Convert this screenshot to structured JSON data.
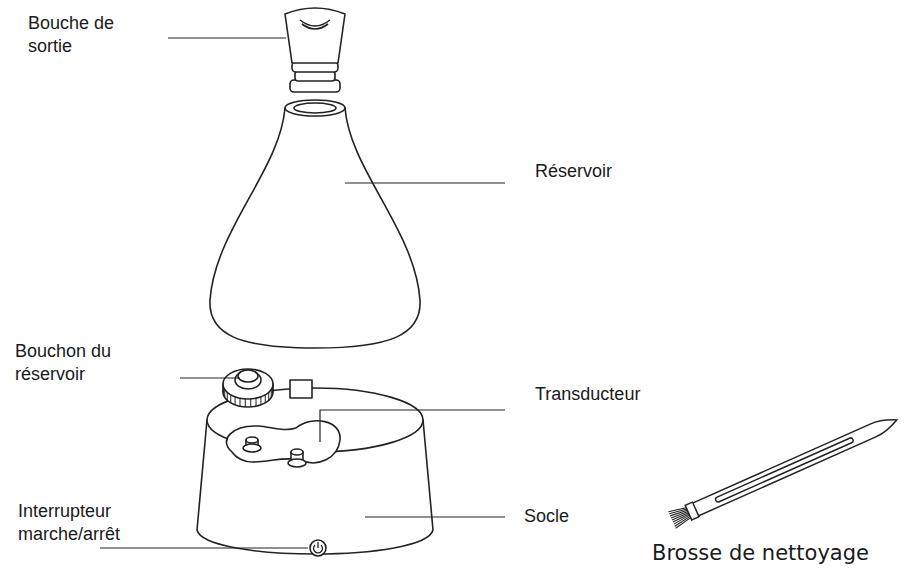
{
  "diagram": {
    "labels": [
      "Bouche de sortie",
      "Réservoir",
      "Bouchon du réservoir",
      "Transducteur",
      "Interrupteur marche/arrêt",
      "Socle",
      "Brosse de nettoyage"
    ]
  }
}
